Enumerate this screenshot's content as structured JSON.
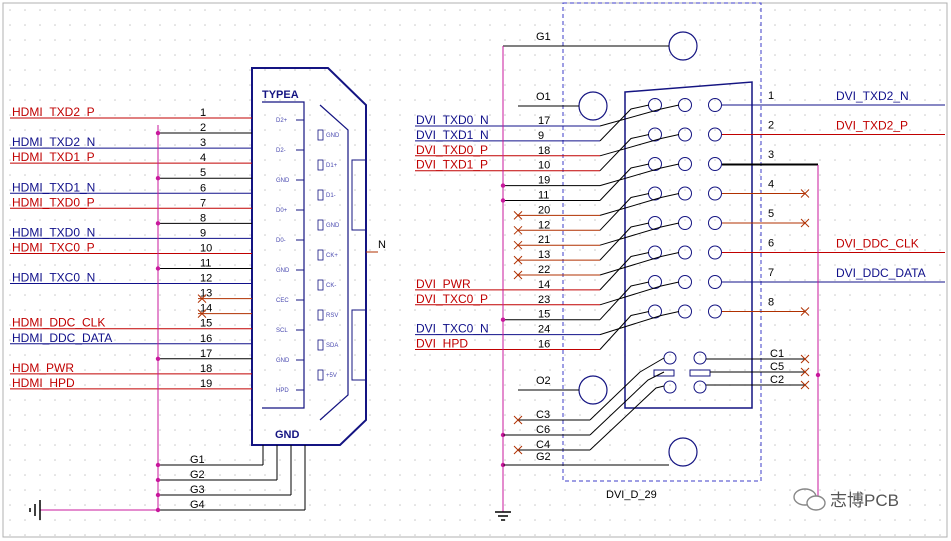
{
  "hdmi": {
    "title": "TYPEA",
    "gnd_label": "GND",
    "nets": [
      {
        "pin": "1",
        "name": "HDMI_TXD2_P",
        "color": "red"
      },
      {
        "pin": "2",
        "name": "",
        "color": "gnd"
      },
      {
        "pin": "3",
        "name": "HDMI_TXD2_N",
        "color": "blue"
      },
      {
        "pin": "4",
        "name": "HDMI_TXD1_P",
        "color": "red"
      },
      {
        "pin": "5",
        "name": "",
        "color": "gnd"
      },
      {
        "pin": "6",
        "name": "HDMI_TXD1_N",
        "color": "blue"
      },
      {
        "pin": "7",
        "name": "HDMI_TXD0_P",
        "color": "red"
      },
      {
        "pin": "8",
        "name": "",
        "color": "gnd"
      },
      {
        "pin": "9",
        "name": "HDMI_TXD0_N",
        "color": "blue"
      },
      {
        "pin": "10",
        "name": "HDMI_TXC0_P",
        "color": "red"
      },
      {
        "pin": "11",
        "name": "",
        "color": "gnd"
      },
      {
        "pin": "12",
        "name": "HDMI_TXC0_N",
        "color": "blue"
      },
      {
        "pin": "13",
        "name": "",
        "color": "nc"
      },
      {
        "pin": "14",
        "name": "",
        "color": "nc"
      },
      {
        "pin": "15",
        "name": "HDMI_DDC_CLK",
        "color": "red"
      },
      {
        "pin": "16",
        "name": "HDMI_DDC_DATA",
        "color": "blue"
      },
      {
        "pin": "17",
        "name": "",
        "color": "gnd"
      },
      {
        "pin": "18",
        "name": "HDM_PWR",
        "color": "red"
      },
      {
        "pin": "19",
        "name": "HDMI_HPD",
        "color": "red"
      }
    ],
    "inner_left": [
      "D2+",
      "D2-",
      "GND",
      "D0+",
      "D0-",
      "GND",
      "CEC",
      "SCL",
      "GND",
      "HPD"
    ],
    "inner_right": [
      "GND",
      "D1+",
      "D1-",
      "GND",
      "CK+",
      "CK-",
      "RSV",
      "SDA",
      "+5V"
    ],
    "ground_pins": [
      "G1",
      "G2",
      "G3",
      "G4"
    ],
    "nc_label": "N"
  },
  "dvi": {
    "title": "DVI_D_29",
    "g1": "G1",
    "g2": "G2",
    "o1": "O1",
    "o2": "O2",
    "left_nets": [
      {
        "pin": "17",
        "name": "DVI_TXD0_N",
        "color": "blue"
      },
      {
        "pin": "9",
        "name": "DVI_TXD1_N",
        "color": "blue"
      },
      {
        "pin": "18",
        "name": "DVI_TXD0_P",
        "color": "red"
      },
      {
        "pin": "10",
        "name": "DVI_TXD1_P",
        "color": "red"
      },
      {
        "pin": "19",
        "name": "",
        "color": "gnd"
      },
      {
        "pin": "11",
        "name": "",
        "color": "gnd"
      },
      {
        "pin": "20",
        "name": "",
        "color": "nc"
      },
      {
        "pin": "12",
        "name": "",
        "color": "nc"
      },
      {
        "pin": "21",
        "name": "",
        "color": "nc"
      },
      {
        "pin": "13",
        "name": "",
        "color": "nc"
      },
      {
        "pin": "22",
        "name": "",
        "color": "nc"
      },
      {
        "pin": "14",
        "name": "DVI_PWR",
        "color": "red"
      },
      {
        "pin": "23",
        "name": "DVI_TXC0_P",
        "color": "red"
      },
      {
        "pin": "15",
        "name": "",
        "color": "gnd"
      },
      {
        "pin": "24",
        "name": "DVI_TXC0_N",
        "color": "blue"
      },
      {
        "pin": "16",
        "name": "DVI_HPD",
        "color": "red"
      }
    ],
    "right_nets": [
      {
        "pin": "1",
        "name": "DVI_TXD2_N",
        "color": "blue"
      },
      {
        "pin": "2",
        "name": "DVI_TXD2_P",
        "color": "red"
      },
      {
        "pin": "3",
        "name": "",
        "color": "gnd"
      },
      {
        "pin": "4",
        "name": "",
        "color": "nc"
      },
      {
        "pin": "5",
        "name": "",
        "color": "nc"
      },
      {
        "pin": "6",
        "name": "DVI_DDC_CLK",
        "color": "red"
      },
      {
        "pin": "7",
        "name": "DVI_DDC_DATA",
        "color": "blue"
      },
      {
        "pin": "8",
        "name": "",
        "color": "nc"
      }
    ],
    "c_right": [
      "C1",
      "C5",
      "C2"
    ],
    "c_left": [
      "C3",
      "C6",
      "C4"
    ]
  },
  "watermark": "志博PCB",
  "colors": {
    "red": "#c00000",
    "blue": "#10108a",
    "dark": "#141482",
    "wire": "#000000",
    "junction": "#c8189c",
    "nc": "#b03000",
    "dashed": "#3c3cc8"
  }
}
